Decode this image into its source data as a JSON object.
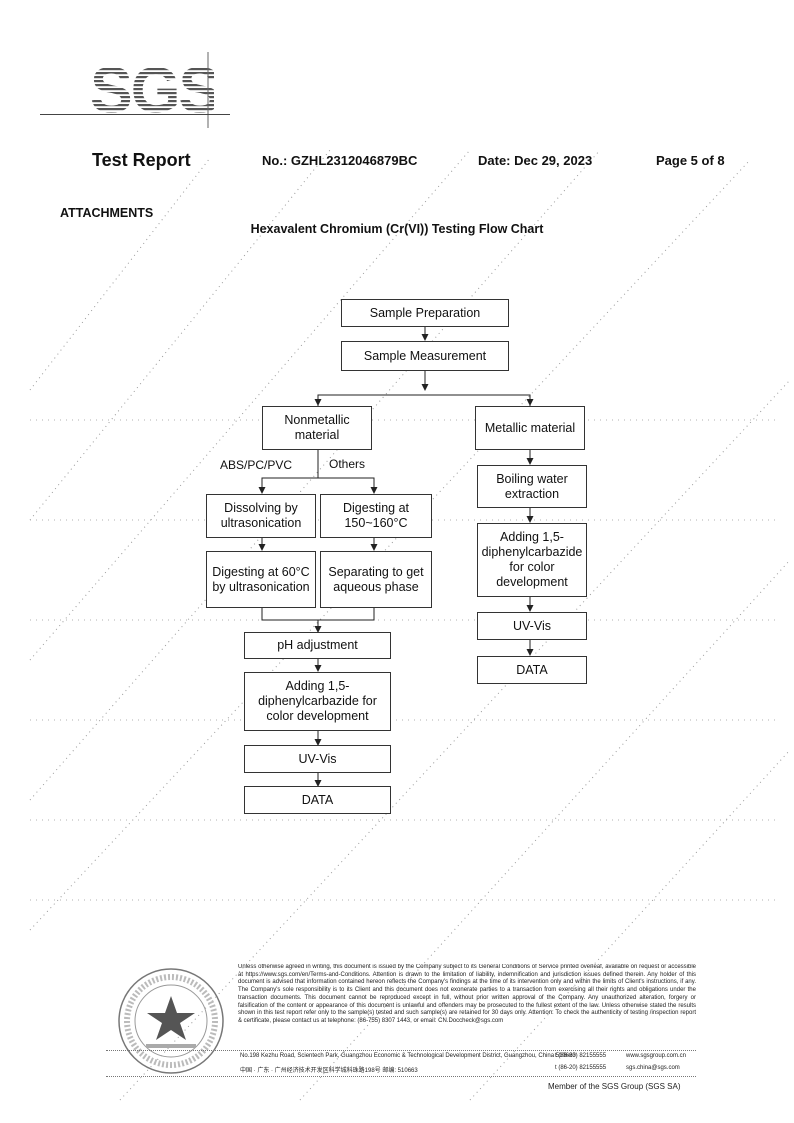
{
  "logo": {
    "text": "SGS"
  },
  "header": {
    "title": "Test Report",
    "number": "No.: GZHL2312046879BC",
    "date": "Date: Dec 29, 2023",
    "page": "Page 5 of 8"
  },
  "section": "ATTACHMENTS",
  "chart_title": "Hexavalent Chromium (Cr(VI)) Testing Flow Chart",
  "flow": {
    "sample_prep": "Sample Preparation",
    "sample_meas": "Sample Measurement",
    "nonmetallic": "Nonmetallic material",
    "metallic": "Metallic material",
    "branch_abs": "ABS/PC/PVC",
    "branch_others": "Others",
    "dissolving": "Dissolving by ultrasonication",
    "digesting_150": "Digesting at 150~160°C",
    "digesting_60": "Digesting at 60°C by ultrasonication",
    "separating": "Separating to get aqueous phase",
    "ph": "pH adjustment",
    "adding_left": "Adding 1,5-diphenylcarbazide for color development",
    "uvvis_left": "UV-Vis",
    "data_left": "DATA",
    "boiling": "Boiling water extraction",
    "adding_right": "Adding 1,5-diphenylcarbazide for color development",
    "uvvis_right": "UV-Vis",
    "data_right": "DATA"
  },
  "footer": {
    "legal": "Unless otherwise agreed in writing, this document is issued by the Company subject to its General Conditions of Service printed overleaf, available on request or accessible at https://www.sgs.com/en/Terms-and-Conditions. Attention is drawn to the limitation of liability, indemnification and jurisdiction issues defined therein. Any holder of this document is advised that information contained hereon reflects the Company's findings at the time of its intervention only and within the limits of Client's instructions, if any. The Company's sole responsibility is to its Client and this document does not exonerate parties to a transaction from exercising all their rights and obligations under the transaction documents. This document cannot be reproduced except in full, without prior written approval of the Company. Any unauthorized alteration, forgery or falsification of the content or appearance of this document is unlawful and offenders may be prosecuted to the fullest extent of the law. Unless otherwise stated the results shown in this test report refer only to the sample(s) tested and such sample(s) are retained for 30 days only. Attention: To check the authenticity of testing /inspection report & certificate, please contact us at telephone: (86-755) 8307 1443, or email: CN.Doccheck@sgs.com",
    "address_en": "No.198 Kezhu Road, Scientech Park, Guangzhou Economic & Technological Development District, Guangzhou, China 510663",
    "address_cn": "中国 · 广东 · 广州经济技术开发区科学城科珠路198号 邮编: 510663",
    "phone_1": "t (86-20) 82155555",
    "phone_2": "t (86-20) 82155555",
    "web": "www.sgsgroup.com.cn",
    "email": "sgs.china@sgs.com",
    "member": "Member of the SGS Group (SGS SA)"
  }
}
